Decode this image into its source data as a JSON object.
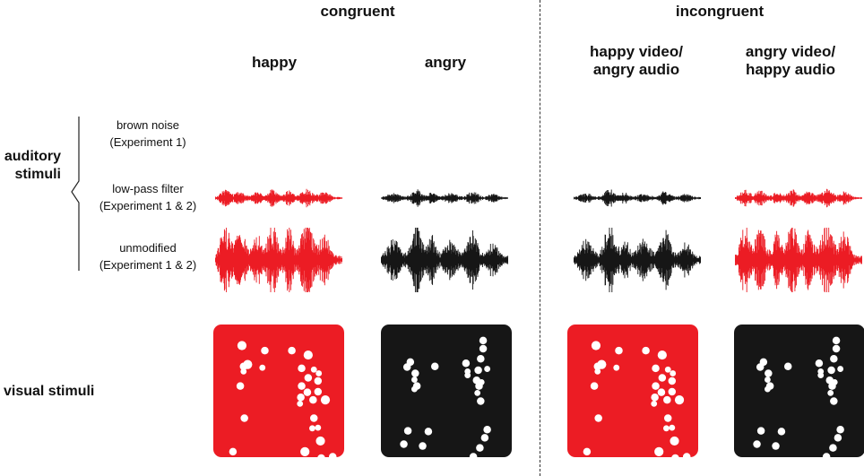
{
  "headers": {
    "congruent": "congruent",
    "incongruent": "incongruent"
  },
  "columns": [
    {
      "id": "happy",
      "label": "happy",
      "audio_color": "red",
      "video": "happy"
    },
    {
      "id": "angry",
      "label": "angry",
      "audio_color": "black",
      "video": "angry"
    },
    {
      "id": "happy-video-angry-audio",
      "label": "happy video/ angry audio",
      "audio_color": "black",
      "video": "happy"
    },
    {
      "id": "angry-video-happy-audio",
      "label": "angry video/ happy audio",
      "audio_color": "red",
      "video": "angry"
    }
  ],
  "col_label": {
    "happy": "happy",
    "angry": "angry",
    "hv_line1": "happy video/",
    "hv_line2": "angry audio",
    "av_line1": "angry video/",
    "av_line2": "happy audio"
  },
  "auditory": {
    "label_line1": "auditory",
    "label_line2": "stimuli",
    "rows": [
      {
        "line1": "brown noise",
        "line2": "(Experiment 1)"
      },
      {
        "line1": "low-pass filter",
        "line2": "(Experiment 1 & 2)"
      },
      {
        "line1": "unmodified",
        "line2": "(Experiment 1 & 2)"
      }
    ]
  },
  "visual": {
    "label": "visual stimuli"
  },
  "colors": {
    "red": "#ec1c24",
    "black": "#161616",
    "dot": "#ffffff",
    "divider": "#333333"
  }
}
